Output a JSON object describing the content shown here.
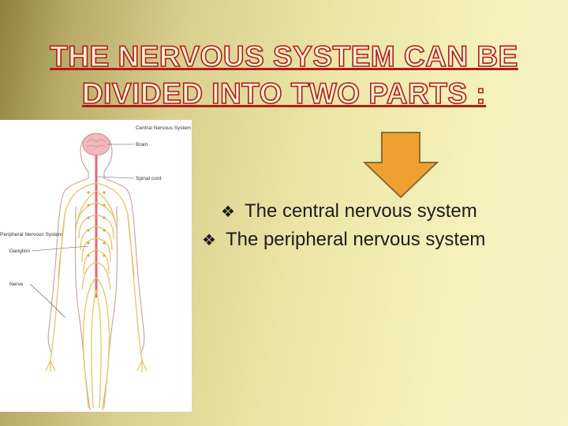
{
  "slide": {
    "title": "THE NERVOUS SYSTEM CAN BE DIVIDED INTO TWO PARTS :",
    "bullet_symbol": "❖",
    "bullets": [
      "The central nervous system",
      "The peripheral nervous system"
    ]
  },
  "figure": {
    "labels": {
      "central_header": "Central Nervous System",
      "brain": "Brain",
      "spinal_cord": "Spinal cord",
      "peripheral_header": "Peripheral Nervous System",
      "ganglion": "Ganglion",
      "nerve": "Nerve"
    }
  },
  "colors": {
    "title_outline": "#b01c1c",
    "title_fill": "#f6f1d0",
    "arrow_fill": "#f0a030",
    "arrow_stroke": "#8a6a3a",
    "nerve": "#e6c36a",
    "brain": "#f2b8bd"
  }
}
